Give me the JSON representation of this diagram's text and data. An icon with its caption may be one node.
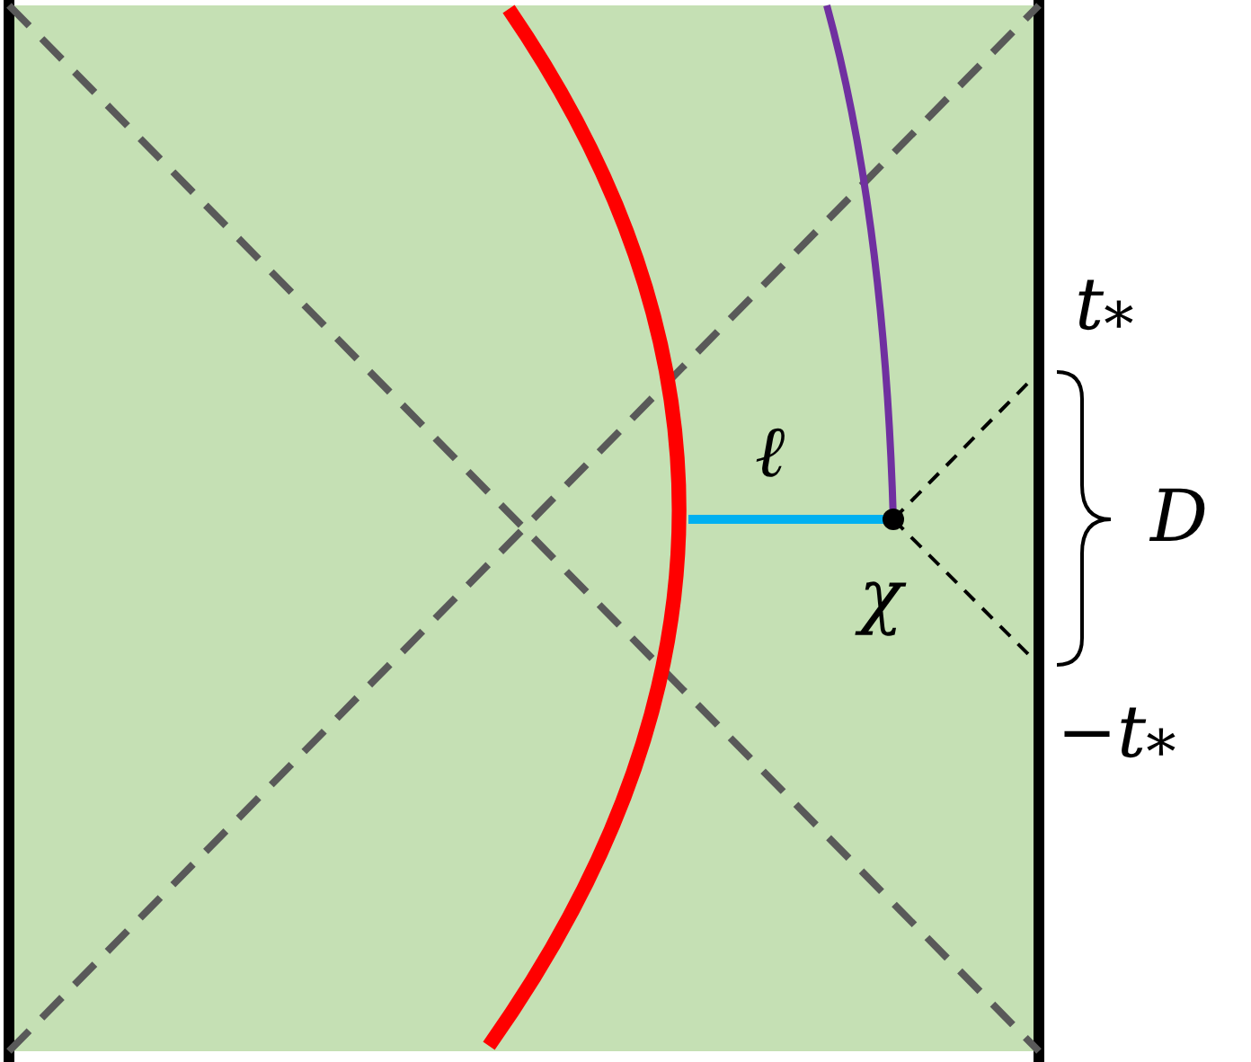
{
  "diagram": {
    "labels": [
      "t$_{*}$",
      "ℓ",
      "D",
      "χ",
      "−t$_{*}$"
    ]
  }
}
